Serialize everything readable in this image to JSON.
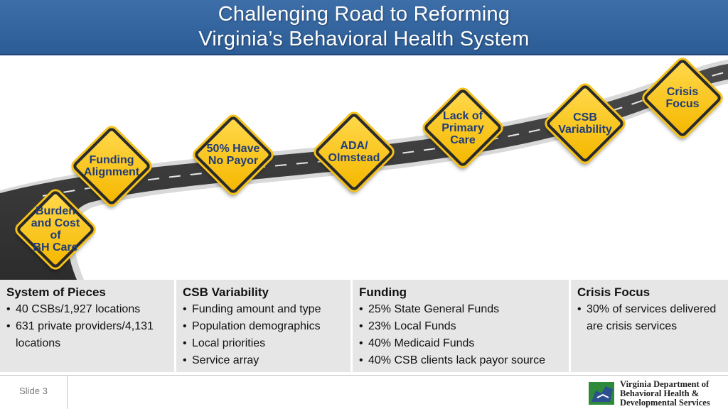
{
  "header": {
    "title_line1": "Challenging Road to Reforming",
    "title_line2": "Virginia’s Behavioral Health System"
  },
  "road_signs": [
    {
      "id": "burden",
      "lines": [
        "Burden",
        "and Cost",
        "of",
        "BH Care"
      ]
    },
    {
      "id": "funding-alignment",
      "lines": [
        "Funding",
        "Alignment"
      ]
    },
    {
      "id": "no-payor",
      "lines": [
        "50% Have",
        "No Payor"
      ]
    },
    {
      "id": "ada-olmstead",
      "lines": [
        "ADA/",
        "Olmstead"
      ]
    },
    {
      "id": "primary-care",
      "lines": [
        "Lack of",
        "Primary",
        "Care"
      ]
    },
    {
      "id": "csb-variability",
      "lines": [
        "CSB",
        "Variability"
      ]
    },
    {
      "id": "crisis-focus",
      "lines": [
        "Crisis",
        "Focus"
      ]
    }
  ],
  "table": {
    "columns": [
      {
        "heading": "System of Pieces",
        "items": [
          "40 CSBs/1,927 locations",
          "631 private providers/4,131 locations"
        ]
      },
      {
        "heading": "CSB Variability",
        "items": [
          "Funding amount and type",
          "Population demographics",
          "Local priorities",
          "Service array"
        ]
      },
      {
        "heading": "Funding",
        "items": [
          "25% State General Funds",
          "23% Local Funds",
          "40% Medicaid Funds",
          "40% CSB clients lack payor source"
        ]
      },
      {
        "heading": "Crisis Focus",
        "items": [
          "30% of services delivered are crisis services"
        ]
      }
    ]
  },
  "footer": {
    "slide_label": "Slide 3",
    "logo_line1": "Virginia Department of",
    "logo_line2": "Behavioral Health &",
    "logo_line3": "Developmental Services"
  },
  "colors": {
    "header_blue": "#2c5c96",
    "sign_yellow": "#f5b800",
    "sign_text": "#1f3c7a",
    "road_asphalt": "#3a3a3a",
    "table_bg": "#e6e6e6",
    "logo_green": "#2e8a3a",
    "logo_blue": "#2b4f8f"
  }
}
